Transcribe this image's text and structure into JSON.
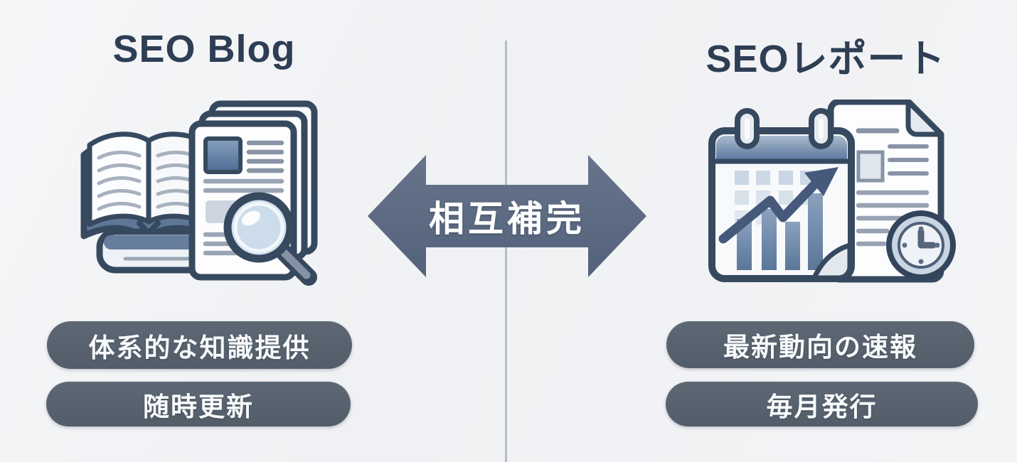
{
  "diagram": {
    "center_label": "相互補完"
  },
  "left": {
    "title": "SEO Blog",
    "icon": "open-book-article-magnifier-icon",
    "badges": [
      {
        "label": "体系的な知識提供"
      },
      {
        "label": "随時更新"
      }
    ]
  },
  "right": {
    "title": "SEOレポート",
    "icon": "calendar-chart-document-clock-icon",
    "badges": [
      {
        "label": "最新動向の速報"
      },
      {
        "label": "毎月発行"
      }
    ]
  },
  "colors": {
    "background": "#f2f3f6",
    "divider": "#b7bdc7",
    "title_text": "#2e3e54",
    "arrow_fill": "#5d6b81",
    "badge_fill": "#59626f",
    "badge_text": "#f7f9fa",
    "icon_outline": "#36495f",
    "icon_accent": "#5f7b9e"
  }
}
